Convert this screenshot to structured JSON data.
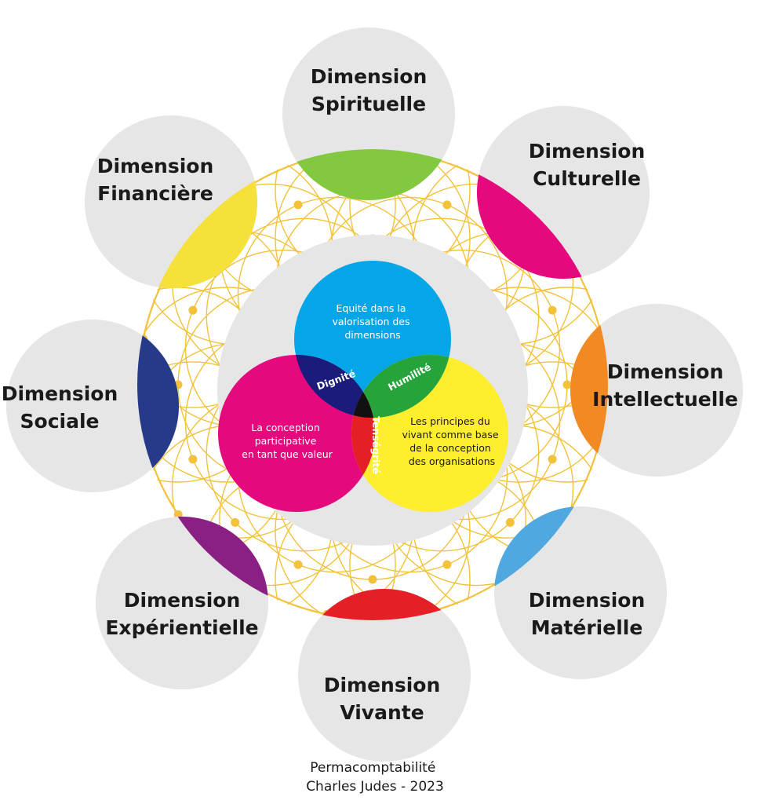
{
  "colors": {
    "disk": "#e6e6e6",
    "net": "#f2c23a",
    "spirituelle": "#82c93f",
    "culturelle": "#e6097e",
    "intellectuelle": "#f28a24",
    "materielle": "#4fa8e0",
    "vivante": "#e41f26",
    "experientielle": "#8a2084",
    "sociale": "#273a8a",
    "financiere": "#f6e03a",
    "venn_top": "#05a6e8",
    "venn_left": "#e6097e",
    "venn_right": "#ffee2e",
    "dignite": "#1a1b7b",
    "humilite": "#27a33c",
    "tensegrite": "#e41f26",
    "center": "#111111"
  },
  "dimensions": {
    "spirituelle": [
      "Dimension",
      "Spirituelle"
    ],
    "culturelle": [
      "Dimension",
      "Culturelle"
    ],
    "intellectuelle": [
      "Dimension",
      "Intellectuelle"
    ],
    "materielle": [
      "Dimension",
      "Matérielle"
    ],
    "vivante": [
      "Dimension",
      "Vivante"
    ],
    "experientielle": [
      "Dimension",
      "Expérientielle"
    ],
    "sociale": [
      "Dimension",
      "Sociale"
    ],
    "financiere": [
      "Dimension",
      "Financière"
    ]
  },
  "venn": {
    "top": [
      "Equité dans la",
      "valorisation des",
      "dimensions"
    ],
    "left": [
      "La conception",
      "participative",
      "en tant que valeur"
    ],
    "right": [
      "Les principes du",
      "vivant comme base",
      "de la conception",
      "des organisations"
    ],
    "dignite": "Dignité",
    "humilite": "Humilité",
    "tensegrite": "Tenségrité"
  },
  "credit": [
    "Permacomptabilité",
    "Charles Judes - 2023"
  ]
}
